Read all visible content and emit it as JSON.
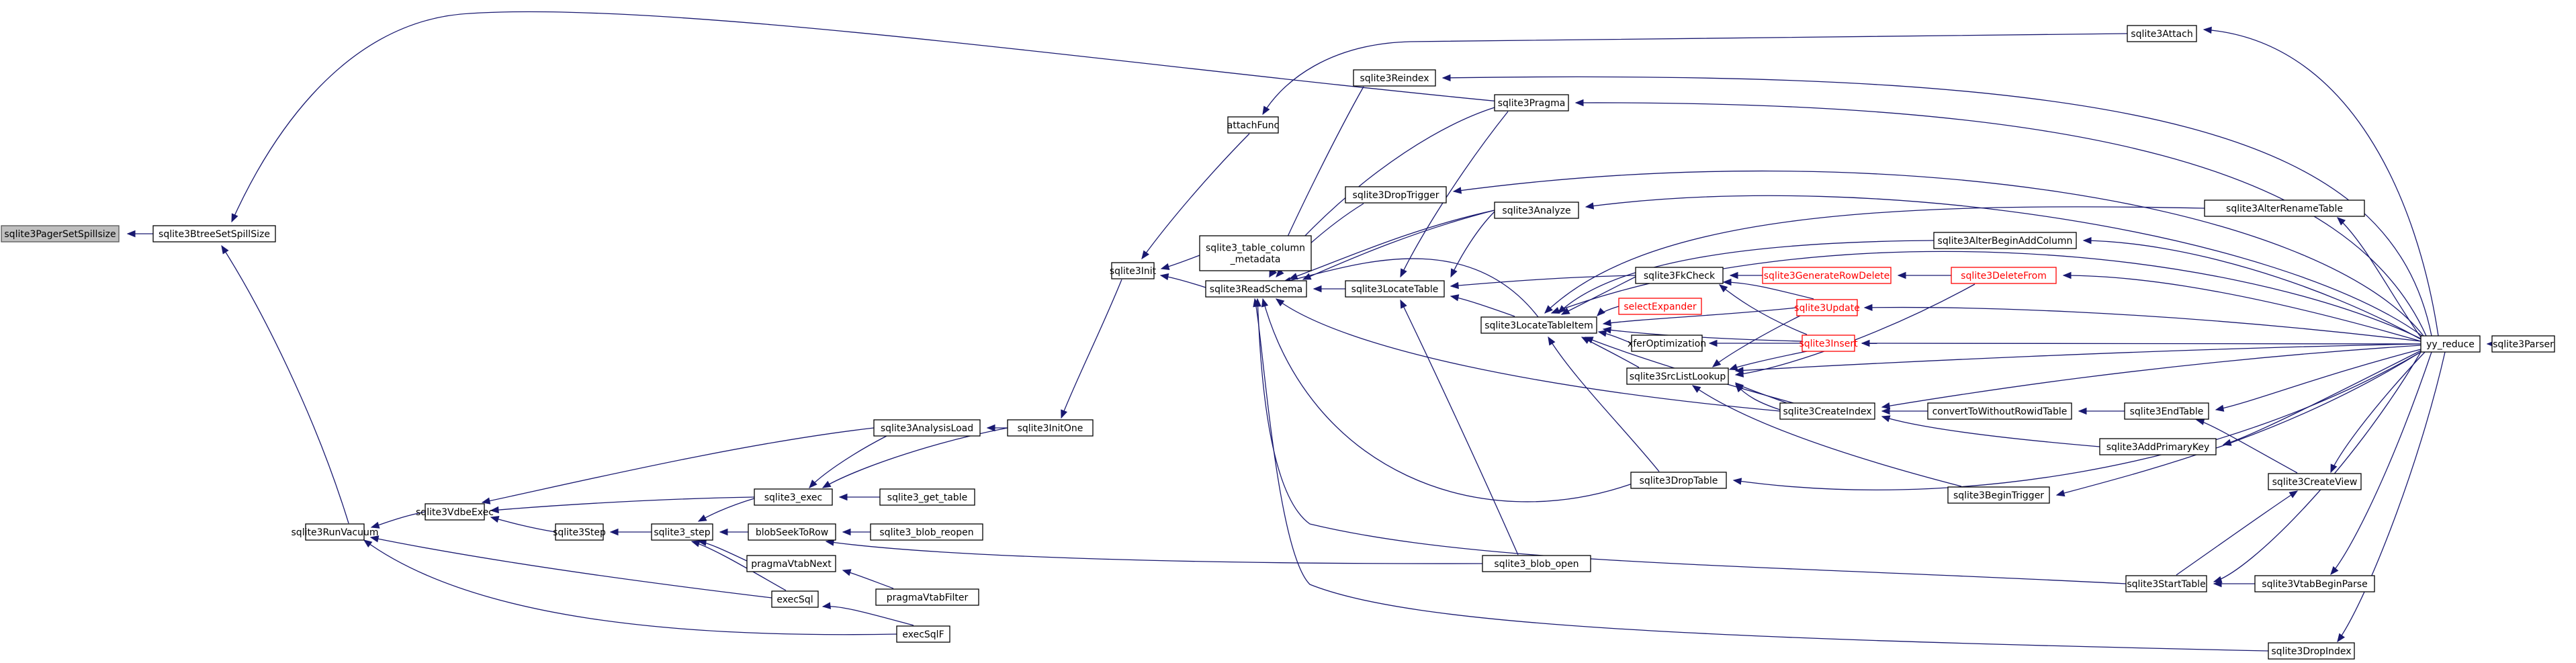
{
  "graph": {
    "nodes": [
      {
        "id": "n_root",
        "lines": [
          "sqlite3PagerSetSpillsize"
        ],
        "style": "root"
      },
      {
        "id": "n_btree",
        "lines": [
          "sqlite3BtreeSetSpillSize"
        ]
      },
      {
        "id": "n_runvac",
        "lines": [
          "sqlite3RunVacuum"
        ]
      },
      {
        "id": "n_vdbe",
        "lines": [
          "sqlite3VdbeExec"
        ]
      },
      {
        "id": "n_step",
        "lines": [
          "sqlite3Step"
        ]
      },
      {
        "id": "n_step2",
        "lines": [
          "sqlite3_step"
        ]
      },
      {
        "id": "n_exec",
        "lines": [
          "sqlite3_exec"
        ]
      },
      {
        "id": "n_analysis",
        "lines": [
          "sqlite3AnalysisLoad"
        ]
      },
      {
        "id": "n_initone",
        "lines": [
          "sqlite3InitOne"
        ]
      },
      {
        "id": "n_gettable",
        "lines": [
          "sqlite3_get_table"
        ]
      },
      {
        "id": "n_blobseek",
        "lines": [
          "blobSeekToRow"
        ]
      },
      {
        "id": "n_blobreopen",
        "lines": [
          "sqlite3_blob_reopen"
        ]
      },
      {
        "id": "n_pvnext",
        "lines": [
          "pragmaVtabNext"
        ]
      },
      {
        "id": "n_pvfilter",
        "lines": [
          "pragmaVtabFilter"
        ]
      },
      {
        "id": "n_execsql",
        "lines": [
          "execSql"
        ]
      },
      {
        "id": "n_execsqlf",
        "lines": [
          "execSqlF"
        ]
      },
      {
        "id": "n_init",
        "lines": [
          "sqlite3Init"
        ]
      },
      {
        "id": "n_attachfunc",
        "lines": [
          "attachFunc"
        ]
      },
      {
        "id": "n_tcm",
        "lines": [
          "sqlite3_table_column",
          "_metadata"
        ]
      },
      {
        "id": "n_readschema",
        "lines": [
          "sqlite3ReadSchema"
        ]
      },
      {
        "id": "n_reindex",
        "lines": [
          "sqlite3Reindex"
        ]
      },
      {
        "id": "n_pragma",
        "lines": [
          "sqlite3Pragma"
        ]
      },
      {
        "id": "n_droptrigger",
        "lines": [
          "sqlite3DropTrigger"
        ]
      },
      {
        "id": "n_locatetable",
        "lines": [
          "sqlite3LocateTable"
        ]
      },
      {
        "id": "n_analyze",
        "lines": [
          "sqlite3Analyze"
        ]
      },
      {
        "id": "n_lti",
        "lines": [
          "sqlite3LocateTableItem"
        ]
      },
      {
        "id": "n_fkcheck",
        "lines": [
          "sqlite3FkCheck"
        ]
      },
      {
        "id": "n_selexp",
        "lines": [
          "selectExpander"
        ],
        "style": "red"
      },
      {
        "id": "n_xfer",
        "lines": [
          "xferOptimization"
        ]
      },
      {
        "id": "n_srclist",
        "lines": [
          "sqlite3SrcListLookup"
        ]
      },
      {
        "id": "n_droptable",
        "lines": [
          "sqlite3DropTable"
        ]
      },
      {
        "id": "n_blobopen",
        "lines": [
          "sqlite3_blob_open"
        ]
      },
      {
        "id": "n_attach",
        "lines": [
          "sqlite3Attach"
        ]
      },
      {
        "id": "n_abac",
        "lines": [
          "sqlite3AlterBeginAddColumn"
        ]
      },
      {
        "id": "n_grd",
        "lines": [
          "sqlite3GenerateRowDelete"
        ],
        "style": "red"
      },
      {
        "id": "n_update",
        "lines": [
          "sqlite3Update"
        ],
        "style": "red"
      },
      {
        "id": "n_insert",
        "lines": [
          "sqlite3Insert"
        ],
        "style": "red"
      },
      {
        "id": "n_createindex",
        "lines": [
          "sqlite3CreateIndex"
        ]
      },
      {
        "id": "n_deletefrom",
        "lines": [
          "sqlite3DeleteFrom"
        ],
        "style": "red"
      },
      {
        "id": "n_convert",
        "lines": [
          "convertToWithoutRowidTable"
        ]
      },
      {
        "id": "n_begintrigger",
        "lines": [
          "sqlite3BeginTrigger"
        ]
      },
      {
        "id": "n_starttable",
        "lines": [
          "sqlite3StartTable"
        ]
      },
      {
        "id": "n_dropindex",
        "lines": [
          "sqlite3DropIndex"
        ]
      },
      {
        "id": "n_endtable",
        "lines": [
          "sqlite3EndTable"
        ]
      },
      {
        "id": "n_addpk",
        "lines": [
          "sqlite3AddPrimaryKey"
        ]
      },
      {
        "id": "n_createview",
        "lines": [
          "sqlite3CreateView"
        ]
      },
      {
        "id": "n_vbp",
        "lines": [
          "sqlite3VtabBeginParse"
        ]
      },
      {
        "id": "n_alterrename",
        "lines": [
          "sqlite3AlterRenameTable"
        ]
      },
      {
        "id": "n_yy",
        "lines": [
          "yy_reduce"
        ]
      },
      {
        "id": "n_parser",
        "lines": [
          "sqlite3Parser"
        ]
      }
    ]
  }
}
